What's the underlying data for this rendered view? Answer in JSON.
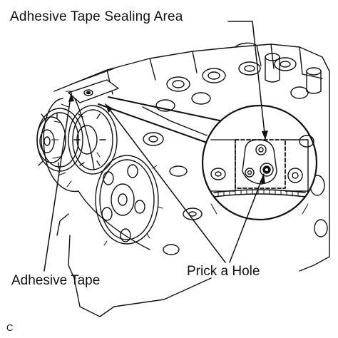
{
  "callouts": {
    "sealing_area": "Adhesive Tape Sealing Area",
    "adhesive_tape": "Adhesive Tape",
    "prick_hole": "Prick a Hole"
  },
  "figure_code": "C",
  "colors": {
    "ink": "#111111",
    "background": "#ffffff"
  }
}
